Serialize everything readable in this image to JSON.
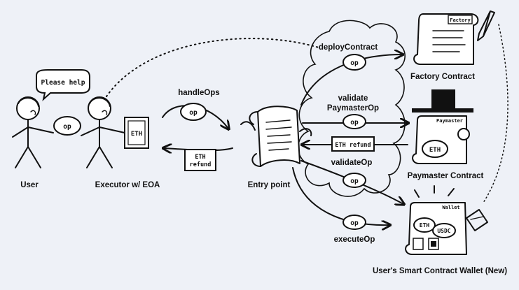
{
  "actors": {
    "user": "User",
    "executor": "Executor w/ EOA",
    "entry_point": "Entry point",
    "factory": "Factory Contract",
    "paymaster": "Paymaster Contract",
    "wallet": "User's Smart Contract Wallet (New)"
  },
  "speech_bubble": "Please help",
  "flows": {
    "handle_ops": "handleOps",
    "deploy_contract": "deployContract",
    "validate_paymaster_line1": "validate",
    "validate_paymaster_line2": "PaymasterOp",
    "validate_op": "validateOp",
    "execute_op": "executeOp"
  },
  "tokens": {
    "op": "op",
    "eth": "ETH",
    "eth_refund_line1": "ETH",
    "eth_refund_line2": "refund",
    "eth_refund": "ETH refund",
    "usdc": "USDC"
  },
  "doc_tags": {
    "factory": "Factory",
    "paymaster": "Paymaster",
    "wallet": "Wallet"
  },
  "colors": {
    "background": "#eef1f7",
    "ink": "#111111",
    "paper": "#ffffff"
  }
}
